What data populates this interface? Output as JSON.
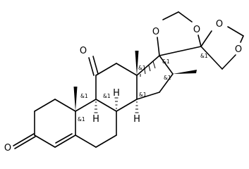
{
  "structure": {
    "atoms": {
      "o_ketone_c3": "O",
      "o_ketone_c11": "O",
      "o_dioxolane_a1": "O",
      "o_dioxolane_a2": "O",
      "o_dioxolane_b1": "O",
      "o_dioxolane_b2": "O",
      "h_c8": "H",
      "h_c9": "H",
      "h_c14": "H"
    },
    "stereo_flags": {
      "c10": "&1",
      "c9": "&1",
      "c8": "&1",
      "c14": "&1",
      "c13": "&1",
      "c17": "&1",
      "c16": "&1",
      "c20": "&1"
    }
  }
}
